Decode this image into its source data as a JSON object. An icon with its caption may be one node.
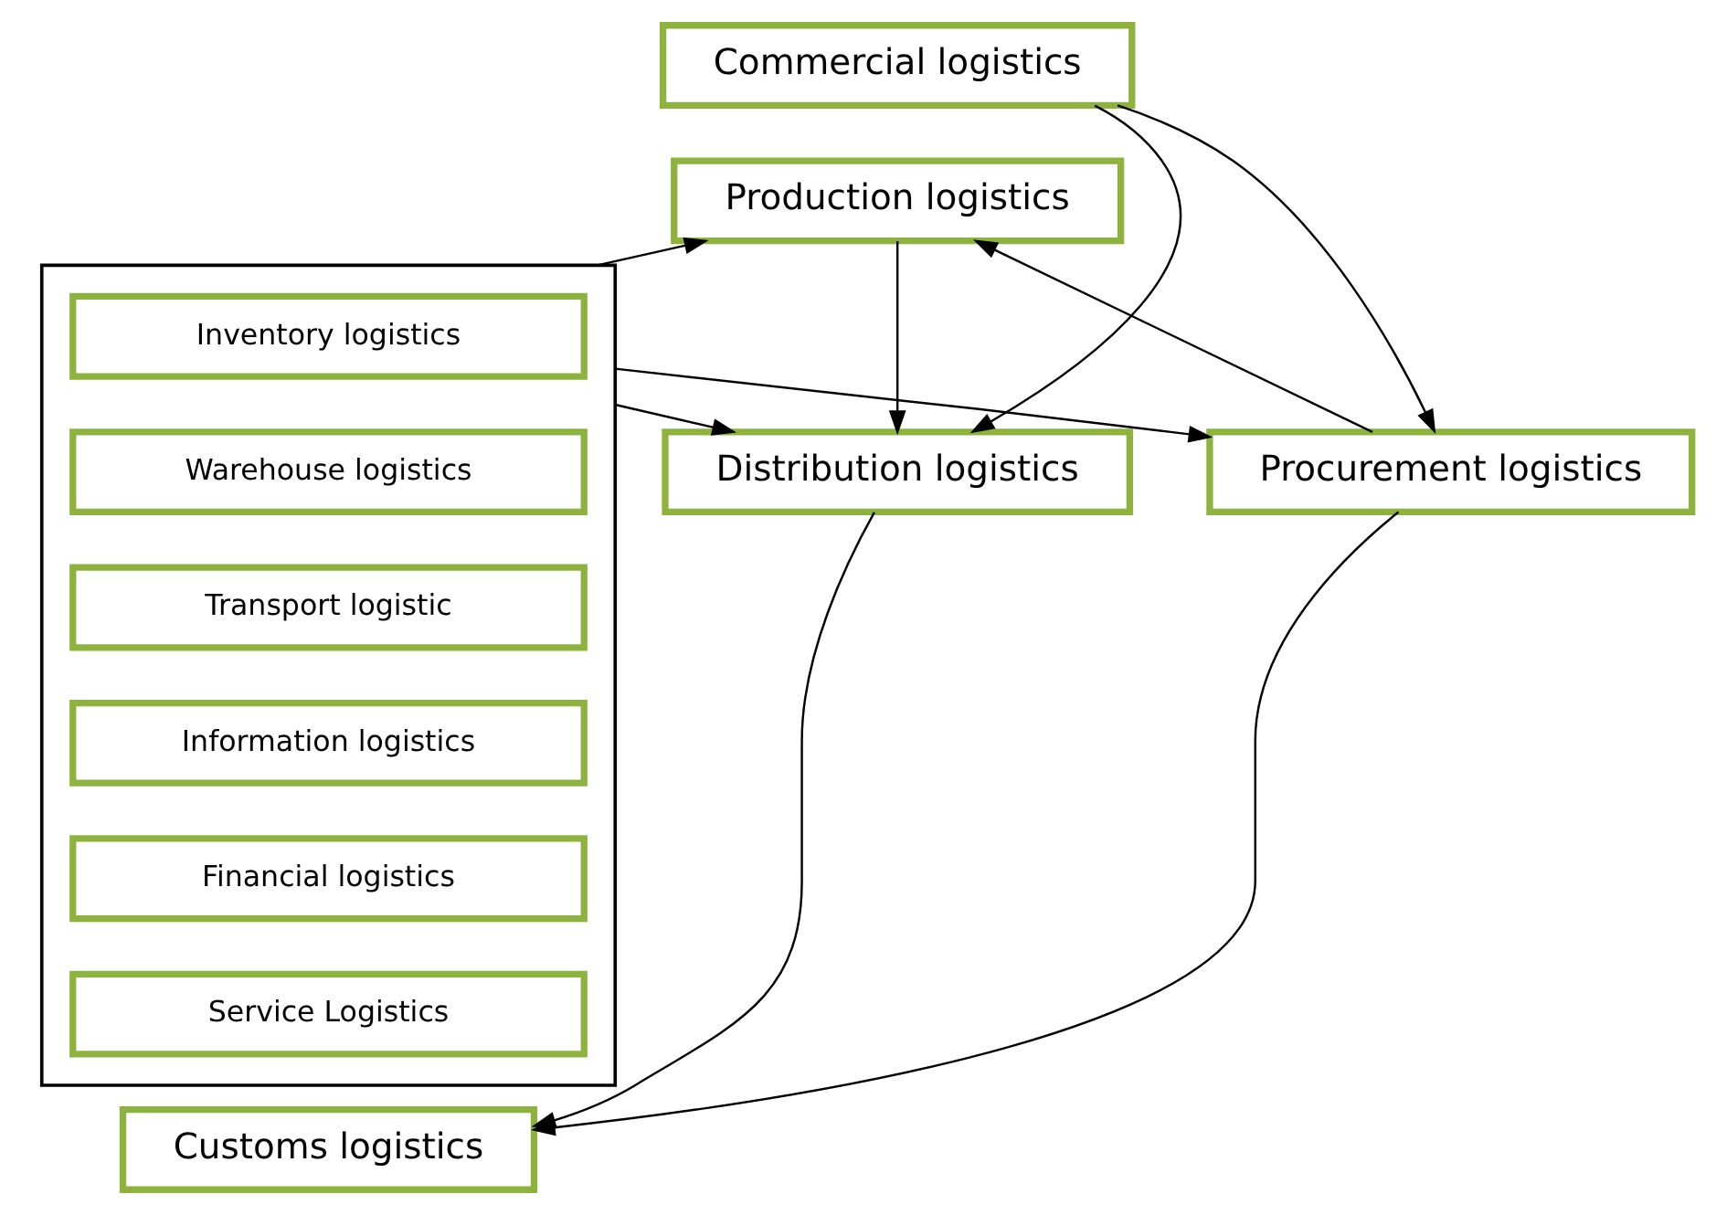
{
  "diagram": {
    "nodes": [
      {
        "text": [
          "Commercial logistics"
        ]
      },
      {
        "text": [
          "Production logistics"
        ]
      },
      {
        "text": [
          "Procurement logistics"
        ]
      },
      {
        "text": [],
        "shape": "box"
      },
      {
        "text": [
          "Inventory logistics"
        ],
        "in": 3
      },
      {
        "text": [
          "Warehouse logistics"
        ],
        "in": 3
      },
      {
        "text": [
          "Transport logistic"
        ],
        "in": 3
      },
      {
        "text": [
          "Information logistics"
        ],
        "in": 3
      },
      {
        "text": [
          "Financial logistics"
        ],
        "in": 3
      },
      {
        "text": [
          "Service Logistics"
        ],
        "in": 3
      },
      {
        "text": [
          "Distribution logistics"
        ]
      },
      {
        "text": [
          "Customs logistics"
        ]
      }
    ],
    "edges": [
      {
        "from": 0,
        "to": 2,
        "arrow": "to"
      },
      {
        "from": 0,
        "to": 10,
        "arrow": "to"
      },
      {
        "from": 2,
        "to": 1,
        "arrow": "to"
      },
      {
        "from": 1,
        "to": 10,
        "arrow": "to"
      },
      {
        "from": 3,
        "to": 1,
        "arrow": "to"
      },
      {
        "from": 3,
        "to": 2,
        "arrow": "to"
      },
      {
        "from": 3,
        "to": 10,
        "arrow": "to"
      },
      {
        "from": 2,
        "to": 11,
        "arrow": "to"
      },
      {
        "from": 10,
        "to": 11,
        "arrow": "to"
      }
    ]
  }
}
